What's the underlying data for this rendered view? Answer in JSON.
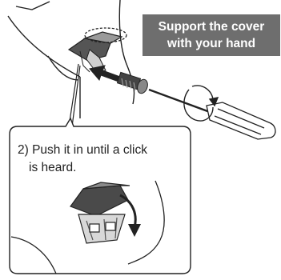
{
  "callout": {
    "line1": "Support the cover",
    "line2": "with your hand"
  },
  "step": {
    "line1": "2) Push it in until a click",
    "line2": "is heard."
  },
  "colors": {
    "banner": "#6e6e6e",
    "ink": "#222222",
    "cover_dark": "#3a3a3a",
    "cover_mid": "#8a8a8a",
    "cover_light": "#c8c8c8"
  },
  "icons": [
    "screwdriver-icon",
    "rotate-arrow-icon",
    "push-arrow-icon",
    "screw-icon",
    "click-arrow-icon"
  ]
}
